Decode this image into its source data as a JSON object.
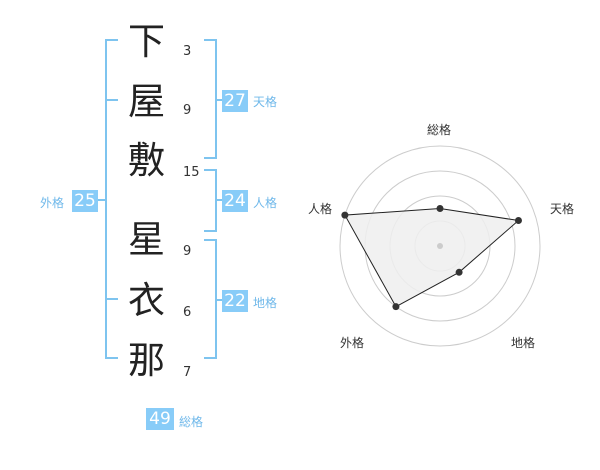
{
  "colors": {
    "accent": "#88ccf8",
    "bracket": "#7ec4ef",
    "text": "#222222",
    "polygon_fill": "#eeeeee",
    "grid": "#cccccc"
  },
  "surname": [
    {
      "char": "下",
      "strokes": "3"
    },
    {
      "char": "屋",
      "strokes": "9"
    },
    {
      "char": "敷",
      "strokes": "15"
    }
  ],
  "given_name": [
    {
      "char": "星",
      "strokes": "9"
    },
    {
      "char": "衣",
      "strokes": "6"
    },
    {
      "char": "那",
      "strokes": "7"
    }
  ],
  "fortunes": {
    "tenkaku": {
      "value": "27",
      "label": "天格"
    },
    "jinkaku": {
      "value": "24",
      "label": "人格"
    },
    "chikaku": {
      "value": "22",
      "label": "地格"
    },
    "gaikaku": {
      "value": "25",
      "label": "外格"
    },
    "soukaku": {
      "value": "49",
      "label": "総格"
    }
  },
  "chart_data": {
    "type": "radar",
    "axes": [
      "総格",
      "天格",
      "地格",
      "外格",
      "人格"
    ],
    "levels": 4,
    "max": 4,
    "values": [
      1.5,
      3.3,
      1.3,
      3.0,
      4.0
    ]
  }
}
